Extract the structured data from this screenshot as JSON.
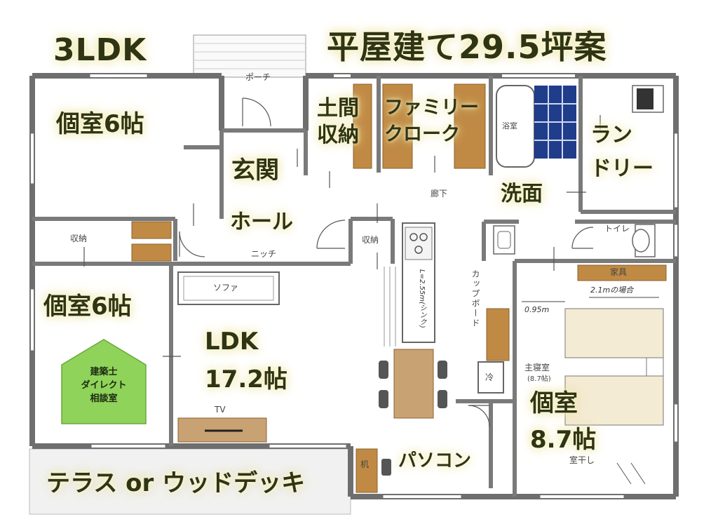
{
  "header": {
    "layout_type": "3LDK",
    "plan_title": "平屋建て29.5坪案"
  },
  "rooms": {
    "private_room_top_left": "個室6帖",
    "entrance": "玄関",
    "earth_floor_storage_line1": "土間",
    "earth_floor_storage_line2": "収納",
    "family_closet_line1": "ファミリー",
    "family_closet_line2": "クローク",
    "laundry_line1": "ラン",
    "laundry_line2": "ドリー",
    "washroom": "洗面",
    "hall": "ホール",
    "private_room_mid_left": "個室6帖",
    "ldk_line1": "LDK",
    "ldk_line2": "17.2帖",
    "master_room_line1": "個室",
    "master_room_line2": "8.7帖",
    "pc_corner": "パソコン",
    "terrace": "テラス or ウッドデッキ"
  },
  "small_labels": {
    "porch": "ポーチ",
    "bath": "浴室",
    "corridor": "廊下",
    "storage_left": "収納",
    "storage_center": "収納",
    "niche": "ニッチ",
    "sofa": "ソファ",
    "tv": "TV",
    "cupboard": "カップボード",
    "fridge": "冷",
    "desk": "机",
    "toilet": "トイレ",
    "furniture": "家具",
    "master_bedroom": "主寝室",
    "master_bedroom_size": "(8.7帖)",
    "indoor_drying": "室干し"
  },
  "annotations": {
    "wardrobe_note": "2.1mの場合",
    "gap_note": "0.95m",
    "kitchen_note": "L=2.55m(シンク)"
  },
  "badge": {
    "line1": "建築士",
    "line2": "ダイレクト",
    "line3": "相談室"
  },
  "colors": {
    "wall": "#6e6e6e",
    "storage_wood": "#c08a45",
    "badge_green": "#8fd35a",
    "bath_blue": "#1f3d8a",
    "title_text": "#2f3414",
    "glow": "#ece3a0",
    "terrace_fill": "#f1f1f1"
  }
}
